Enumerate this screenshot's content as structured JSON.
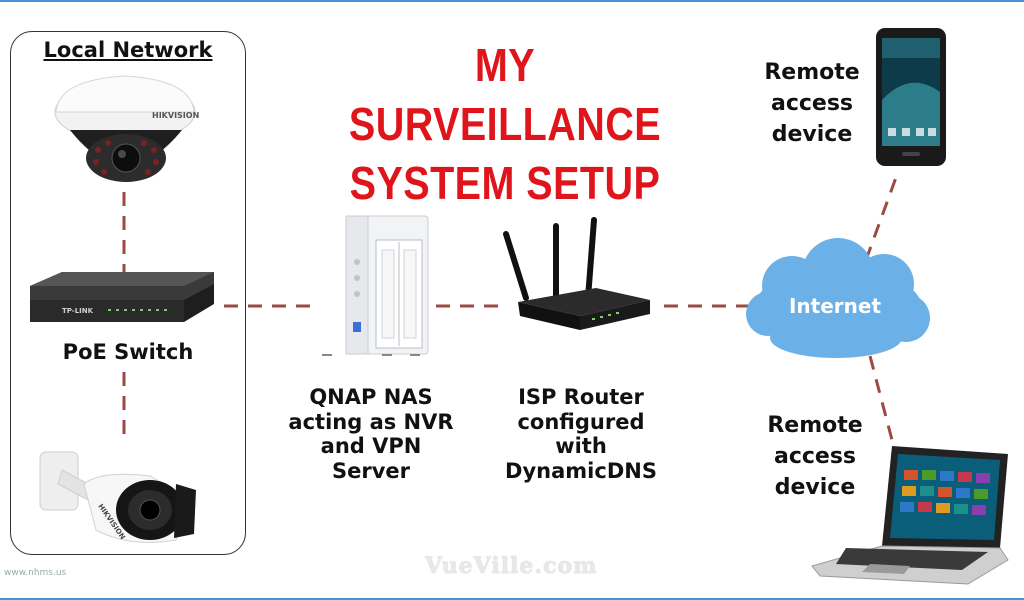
{
  "title": [
    "MY SURVEILLANCE",
    "SYSTEM SETUP"
  ],
  "local_network": {
    "label": "Local Network"
  },
  "poe_switch": {
    "label": "PoE Switch",
    "brand": "TP-LINK"
  },
  "dome_camera": {
    "brand": "HIKVISION"
  },
  "bullet_camera": {
    "brand": "HIKVISION"
  },
  "nas": {
    "lines": [
      "QNAP NAS",
      "acting as NVR",
      "and VPN",
      "Server"
    ]
  },
  "router": {
    "lines": [
      "ISP Router",
      "configured",
      "with",
      "DynamicDNS"
    ]
  },
  "internet": {
    "label": "Internet"
  },
  "remote_phone": {
    "lines": [
      "Remote",
      "access",
      "device"
    ]
  },
  "remote_laptop": {
    "lines": [
      "Remote",
      "access",
      "device"
    ]
  },
  "watermarks": {
    "main": "VueVille.com",
    "small": "www.nhms.us"
  },
  "colors": {
    "title": "#e0151b",
    "connector": "#9b4a45",
    "cloud": "#6bb0e6",
    "frame": "#4a90d9"
  }
}
